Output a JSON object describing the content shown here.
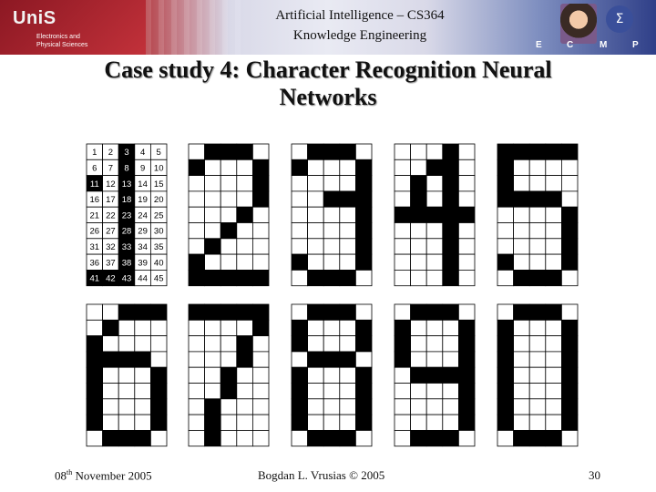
{
  "header": {
    "logo_text": "UniS",
    "logo_sub_line1": "Electronics and",
    "logo_sub_line2": "Physical Sciences",
    "course_line1": "Artificial Intelligence – CS364",
    "course_line2": "Knowledge Engineering",
    "ecmp_letters": [
      "E",
      "C",
      "M",
      "P"
    ],
    "sigma_glyph": "Σ"
  },
  "slide": {
    "title_line1": "Case study 4: Character Recognition Neural",
    "title_line2": "Networks"
  },
  "figure": {
    "grid_columns": 5,
    "grid_rows": 9,
    "numbered_grid": {
      "numbers": [
        1,
        2,
        3,
        4,
        5,
        6,
        7,
        8,
        9,
        10,
        11,
        12,
        13,
        14,
        15,
        16,
        17,
        18,
        19,
        20,
        21,
        22,
        23,
        24,
        25,
        26,
        27,
        28,
        29,
        30,
        31,
        32,
        33,
        34,
        35,
        36,
        37,
        38,
        39,
        40,
        41,
        42,
        43,
        44,
        45
      ],
      "filled": [
        3,
        8,
        11,
        13,
        18,
        23,
        28,
        33,
        38,
        41,
        42,
        43
      ]
    },
    "digit_grids": [
      {
        "digit": "2",
        "filled": [
          2,
          3,
          4,
          6,
          10,
          15,
          20,
          24,
          28,
          32,
          36,
          41,
          42,
          43,
          44,
          45
        ]
      },
      {
        "digit": "3",
        "filled": [
          2,
          3,
          4,
          6,
          10,
          15,
          18,
          19,
          20,
          25,
          30,
          35,
          36,
          40,
          42,
          43,
          44
        ]
      },
      {
        "digit": "4",
        "filled": [
          4,
          8,
          9,
          12,
          14,
          17,
          19,
          21,
          22,
          23,
          24,
          25,
          29,
          34,
          39,
          44
        ]
      },
      {
        "digit": "5",
        "filled": [
          1,
          2,
          3,
          4,
          5,
          6,
          11,
          16,
          17,
          18,
          19,
          25,
          30,
          35,
          36,
          40,
          42,
          43,
          44
        ]
      },
      {
        "digit": "6",
        "filled": [
          3,
          4,
          5,
          7,
          11,
          16,
          17,
          18,
          19,
          21,
          25,
          26,
          30,
          31,
          35,
          36,
          40,
          42,
          43,
          44
        ]
      },
      {
        "digit": "7",
        "filled": [
          1,
          2,
          3,
          4,
          5,
          10,
          14,
          19,
          23,
          28,
          32,
          37,
          42
        ]
      },
      {
        "digit": "8",
        "filled": [
          2,
          3,
          4,
          6,
          10,
          11,
          15,
          17,
          18,
          19,
          21,
          25,
          26,
          30,
          31,
          35,
          36,
          40,
          42,
          43,
          44
        ]
      },
      {
        "digit": "9",
        "filled": [
          2,
          3,
          4,
          6,
          10,
          11,
          15,
          16,
          20,
          22,
          23,
          24,
          25,
          30,
          35,
          40,
          42,
          43,
          44
        ]
      },
      {
        "digit": "0",
        "filled": [
          2,
          3,
          4,
          6,
          10,
          11,
          15,
          16,
          20,
          21,
          25,
          26,
          30,
          31,
          35,
          36,
          40,
          42,
          43,
          44
        ]
      }
    ]
  },
  "footer": {
    "date_prefix": "08",
    "date_sup": "th",
    "date_rest": " November 2005",
    "author": "Bogdan L. Vrusias © 2005",
    "page_number": "30"
  }
}
